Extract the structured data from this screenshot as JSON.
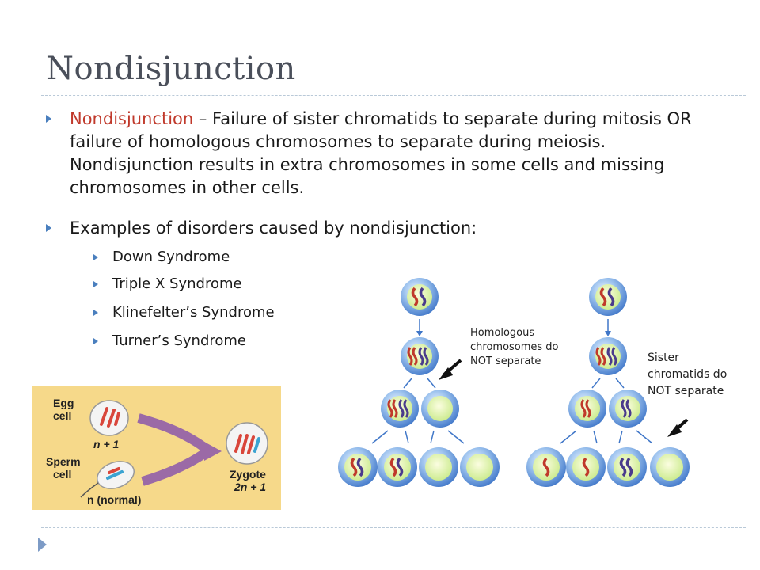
{
  "slide": {
    "title": "Nondisjunction",
    "bullets": [
      {
        "term": "Nondisjunction",
        "text": " – Failure of sister chromatids to separate during mitosis OR failure of homologous chromosomes to separate during meiosis. Nondisjunction results in extra chromosomes in some cells and missing chromosomes in other cells."
      },
      {
        "text": "Examples of disorders caused by nondisjunction:",
        "subitems": [
          "Down Syndrome",
          "Triple X Syndrome",
          "Klinefelter’s Syndrome",
          "Turner’s Syndrome"
        ]
      }
    ]
  },
  "figure_fertilization": {
    "egg_label": "Egg",
    "egg_label2": "cell",
    "egg_ploidy": "n + 1",
    "sperm_label": "Sperm",
    "sperm_label2": "cell",
    "sperm_ploidy": "n (normal)",
    "zygote_label": "Zygote",
    "zygote_ploidy": "2n + 1"
  },
  "figure_meiosis": {
    "label_left_1": "Homologous",
    "label_left_2": "chromosomes do",
    "label_left_3": "NOT separate",
    "label_right_1": "Sister",
    "label_right_2": "chromatids do",
    "label_right_3": "NOT separate"
  },
  "colors": {
    "title": "#4a4f5a",
    "highlight": "#c0392b",
    "bullet_marker": "#4a7fbe",
    "cell_fill": "#5b8fd6",
    "panel_bg": "#f6d98a"
  }
}
